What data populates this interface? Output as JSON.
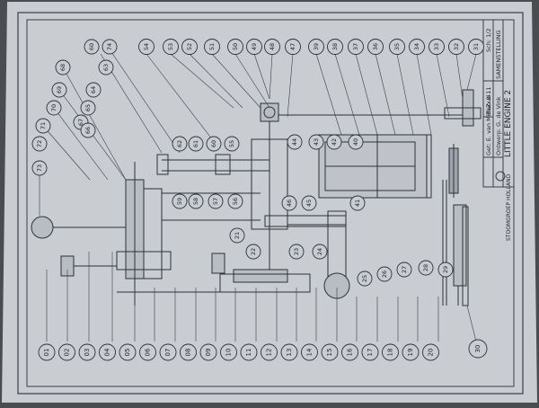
{
  "title_block": {
    "title": "LITTLE ENGINE 2",
    "subtitle": "SAMENSTELLING",
    "ontwerp": "Ontwerp: G. de Vink",
    "get": "Get: E. van Midwoud",
    "blz": "BLZ. 0-11",
    "sch": "Sch: 1/2",
    "company": "STOOMGROEP HOLLAND"
  },
  "labels": {
    "left_column": [
      "01",
      "02",
      "03",
      "04",
      "05",
      "06",
      "07",
      "08",
      "09",
      "10",
      "11",
      "12",
      "13",
      "14",
      "15",
      "16",
      "17",
      "18",
      "19",
      "20"
    ],
    "bottom_right": "30",
    "far_left": [
      "73",
      "72",
      "71",
      "70",
      "69",
      "68",
      "67"
    ],
    "mid_left": [
      "66",
      "65",
      "64",
      "63",
      "74",
      "60"
    ],
    "top_row": [
      "54",
      "53",
      "52",
      "51",
      "50",
      "49",
      "48",
      "47",
      "39",
      "38",
      "37",
      "36",
      "35",
      "34",
      "33",
      "32",
      "31"
    ],
    "inner": [
      "62",
      "61",
      "60",
      "55",
      "59",
      "58",
      "57",
      "56",
      "44",
      "43",
      "42",
      "40",
      "41",
      "46",
      "45",
      "21",
      "22",
      "23",
      "24",
      "25",
      "26",
      "27",
      "28",
      "29"
    ]
  }
}
